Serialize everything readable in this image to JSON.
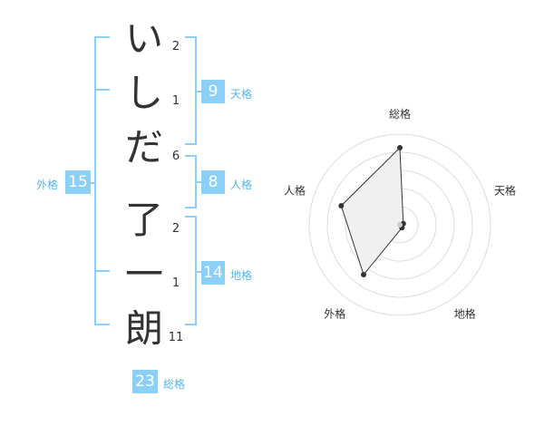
{
  "name": {
    "chars": [
      "い",
      "し",
      "だ",
      "了",
      "一",
      "朗"
    ],
    "strokes": [
      "2",
      "1",
      "6",
      "2",
      "1",
      "11"
    ]
  },
  "kakusu": {
    "tenkaku": {
      "value": "9",
      "label": "天格"
    },
    "jinkaku": {
      "value": "8",
      "label": "人格"
    },
    "chikaku": {
      "value": "14",
      "label": "地格"
    },
    "gaikaku": {
      "value": "15",
      "label": "外格"
    },
    "soukaku": {
      "value": "23",
      "label": "総格"
    }
  },
  "colors": {
    "accent": "#8cd0f7",
    "label": "#55b6ee",
    "bracket": "#8cd0f7"
  },
  "chart_data": {
    "type": "radar",
    "axes": [
      "総格",
      "天格",
      "地格",
      "外格",
      "人格"
    ],
    "values": [
      23,
      9,
      14,
      15,
      8
    ],
    "note_values_are_stroke_counts": false,
    "scores": [
      5,
      1,
      1,
      4,
      4
    ],
    "rmax": 5,
    "rings": 5
  }
}
